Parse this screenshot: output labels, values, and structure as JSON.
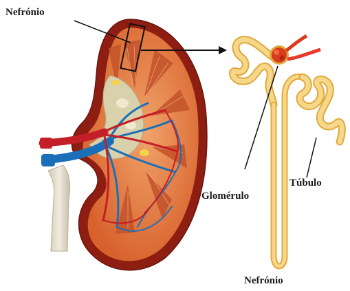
{
  "labels": {
    "nefronio_top": "Nefrónio",
    "glomerulo": "Glomérulo",
    "tubulo": "Túbulo",
    "nefronio_bottom": "Nefrónio"
  },
  "colors": {
    "capsule": "#8e1d12",
    "cortex": "#e0753b",
    "medulla": "#c9582a",
    "pelvis": "#d7cfa8",
    "artery": "#c41e26",
    "vein": "#1b6fb8",
    "ureter": "#e3dccb",
    "tubule": "#f5c96a",
    "glomerulus": "#d93a1e"
  }
}
